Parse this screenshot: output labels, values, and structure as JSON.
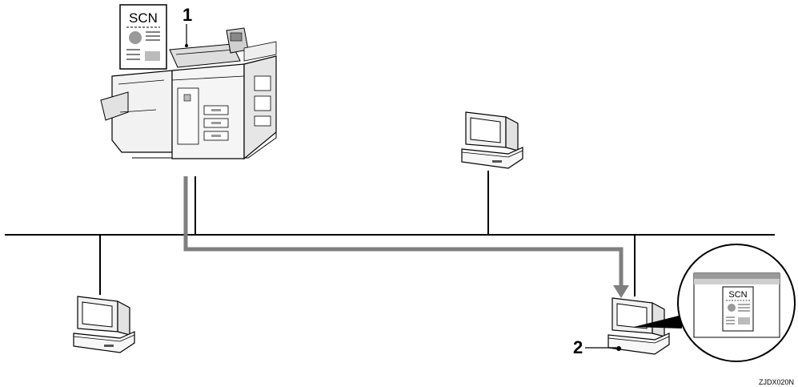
{
  "callouts": {
    "scanner": "1",
    "client_pc": "2"
  },
  "document_label": "SCN",
  "screen_document_label": "SCN",
  "figure_code": "ZJDX020N",
  "colors": {
    "line": "#000000",
    "data_flow": "#7f7f7f",
    "machine_fill": "#f2f2f2",
    "panel_grey": "#cfcfcf",
    "window_bar": "#9a9a9a"
  }
}
